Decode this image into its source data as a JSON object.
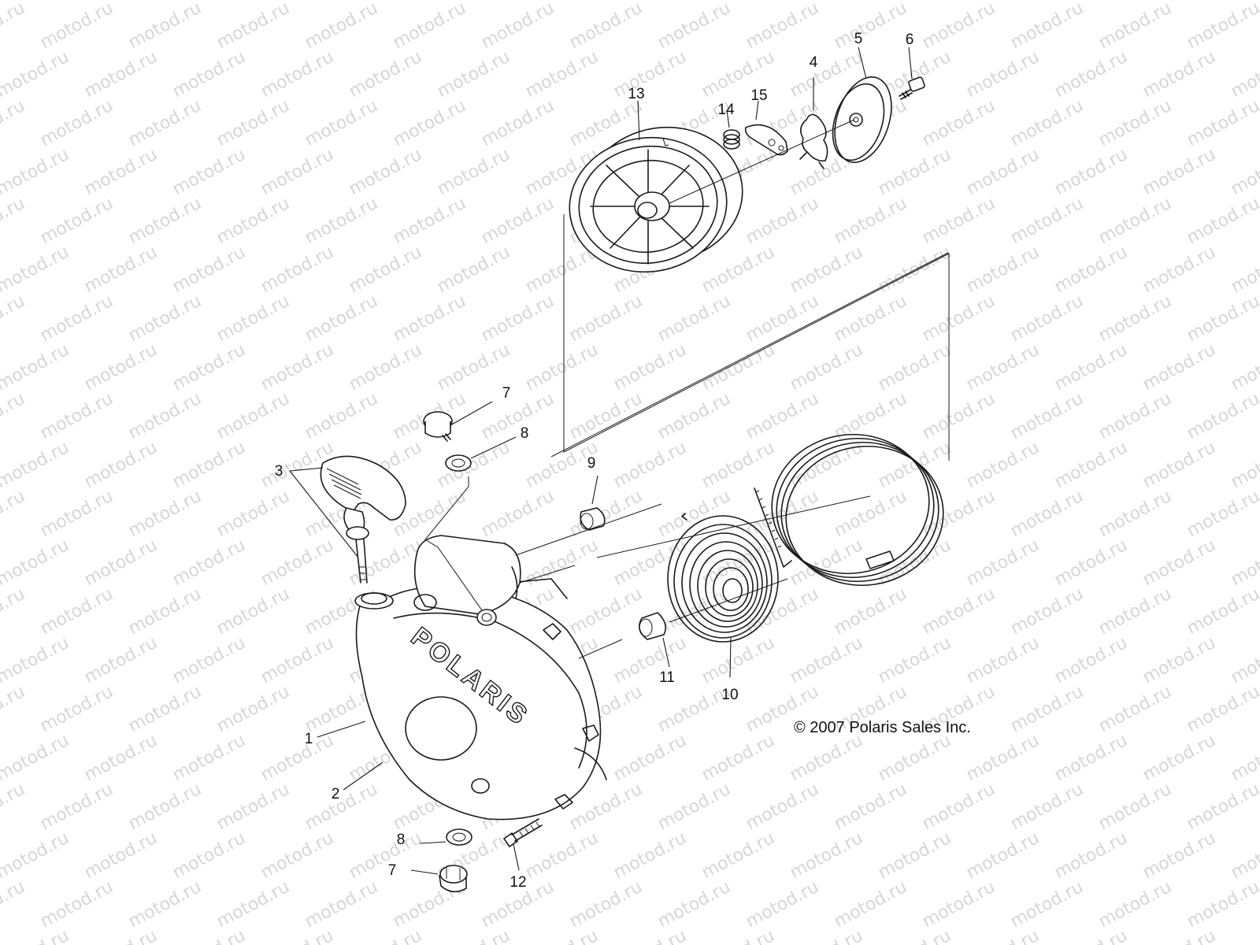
{
  "watermark": {
    "text": "motod.ru"
  },
  "copyright": "© 2007 Polaris Sales Inc.",
  "brand_lettering": "POLARIS",
  "callouts": [
    {
      "label": "1"
    },
    {
      "label": "2"
    },
    {
      "label": "3"
    },
    {
      "label": "4"
    },
    {
      "label": "5"
    },
    {
      "label": "6"
    },
    {
      "label": "7"
    },
    {
      "label": "7"
    },
    {
      "label": "8"
    },
    {
      "label": "8"
    },
    {
      "label": "9"
    },
    {
      "label": "10"
    },
    {
      "label": "11"
    },
    {
      "label": "12"
    },
    {
      "label": "13"
    },
    {
      "label": "14"
    },
    {
      "label": "15"
    }
  ]
}
